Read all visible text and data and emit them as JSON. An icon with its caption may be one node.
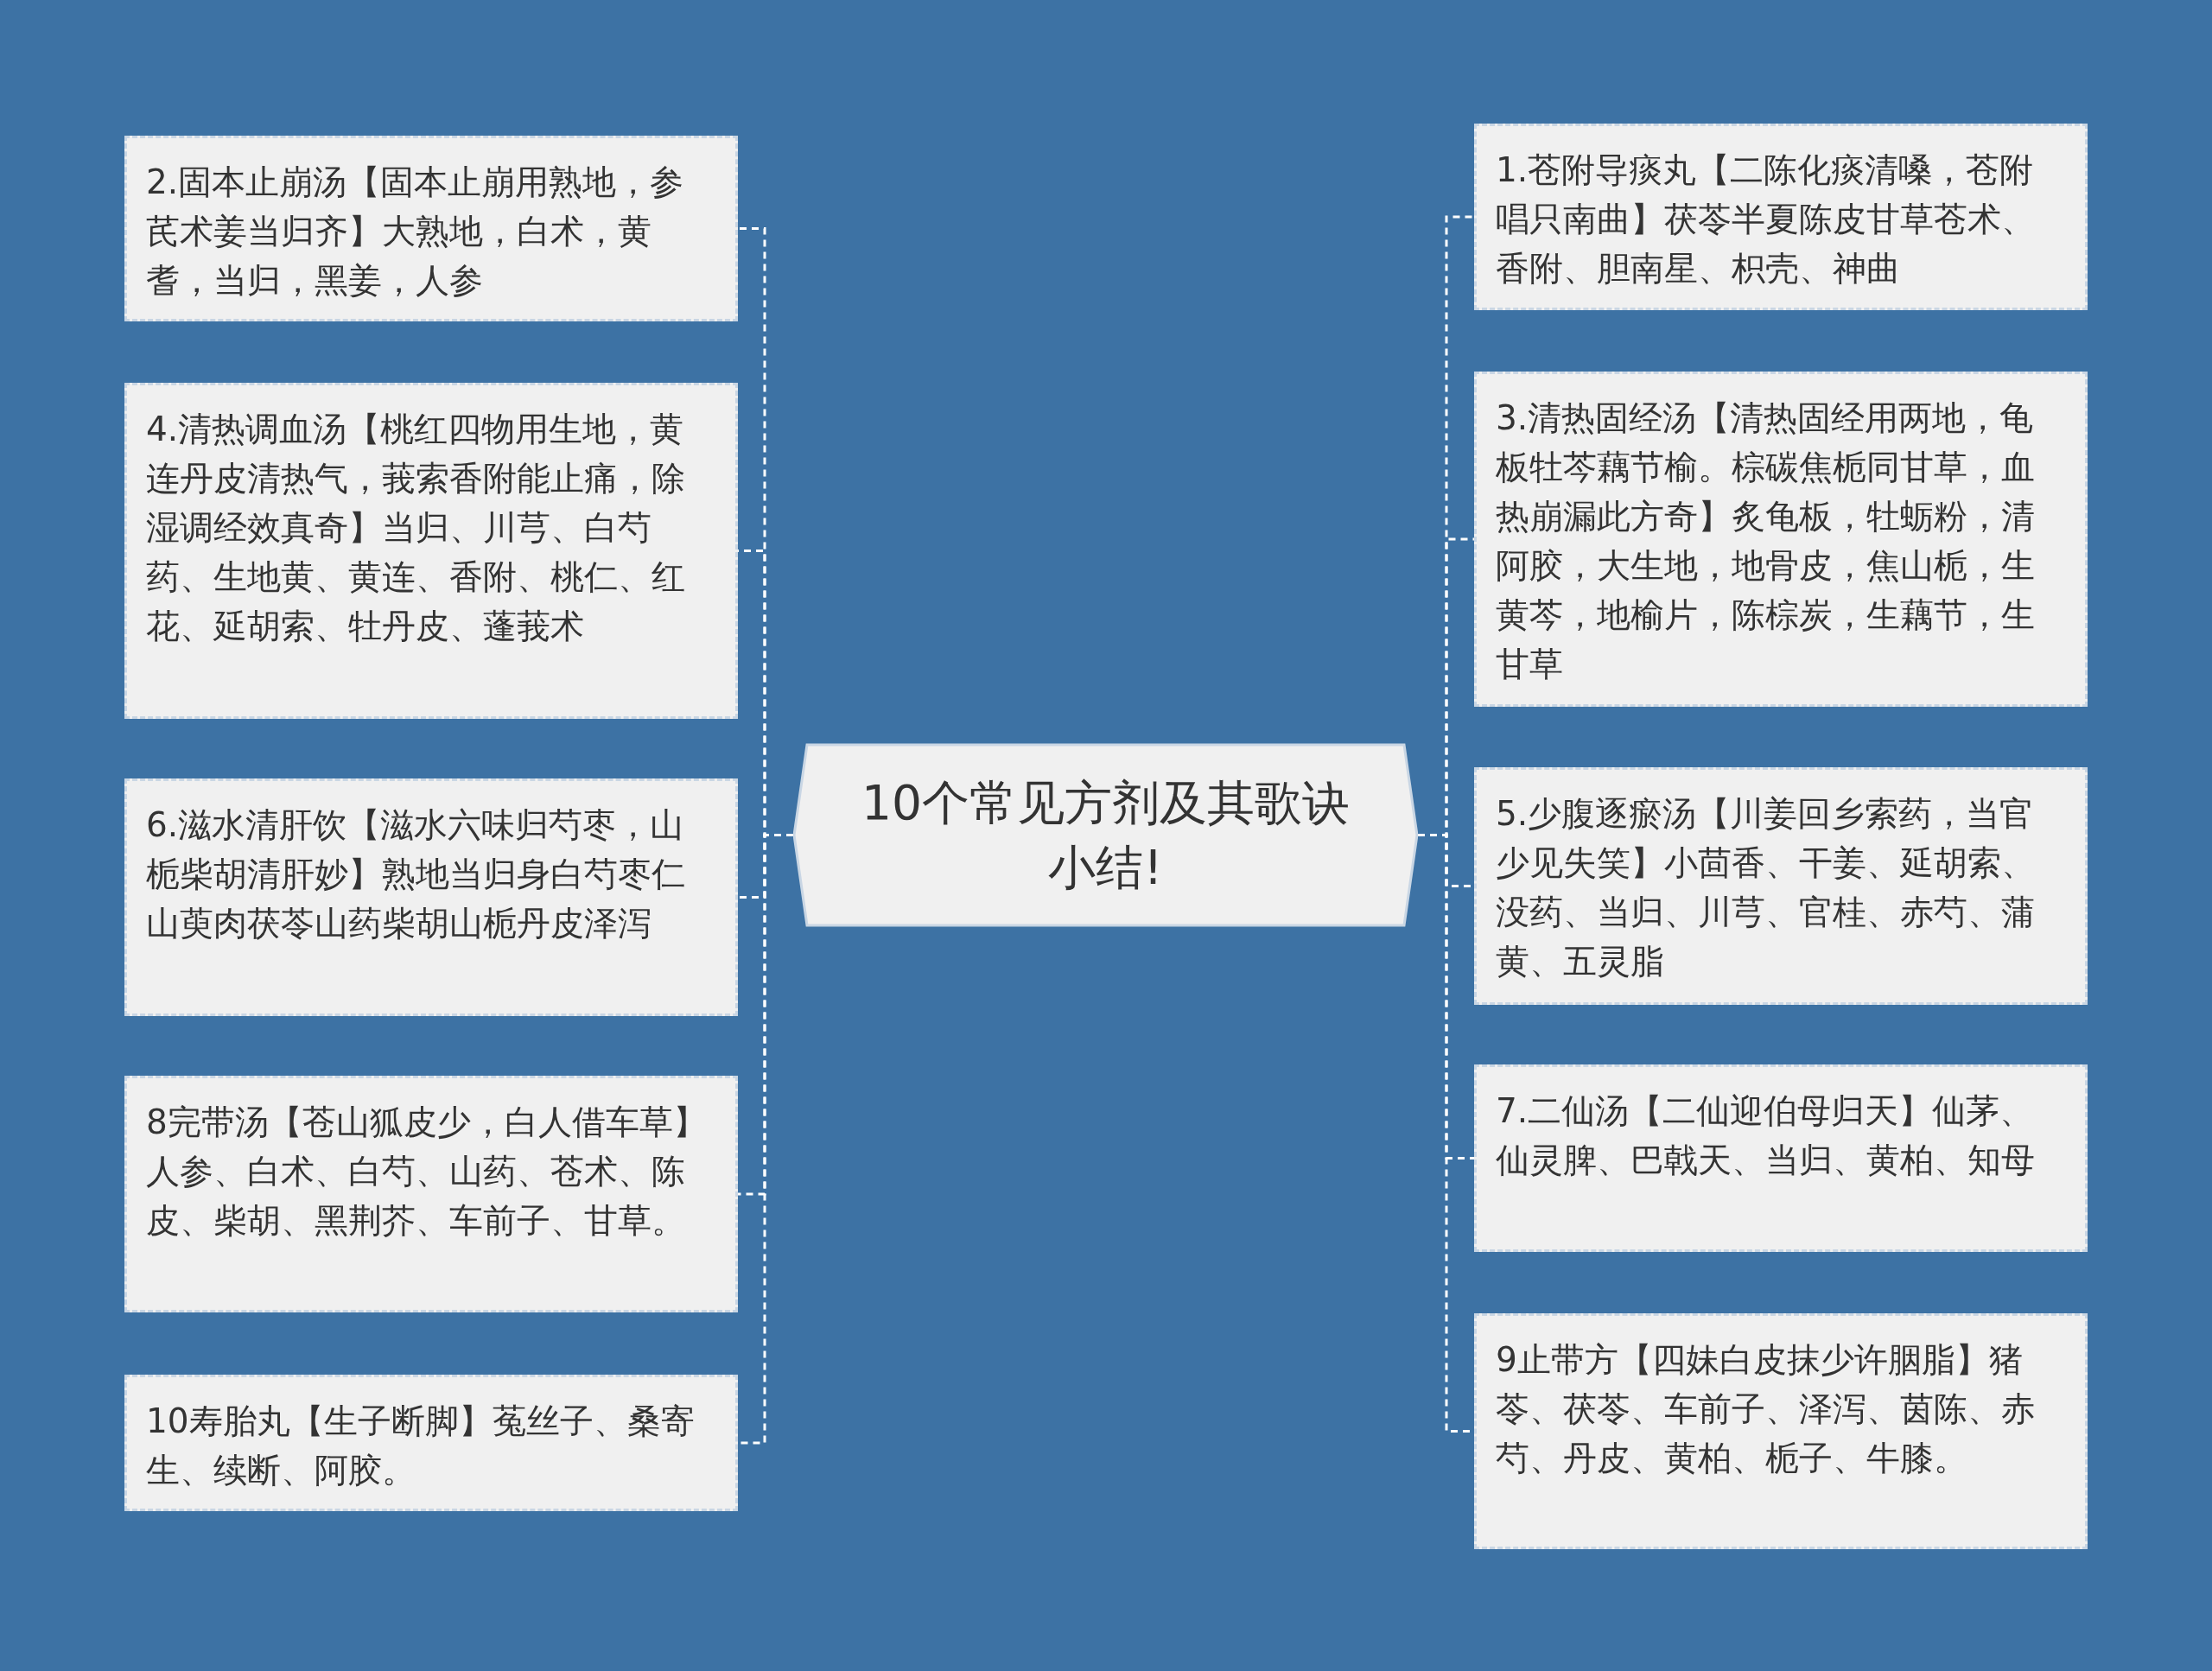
{
  "diagram": {
    "nodes": [
      {
        "text": [
          "10个常见方剂及其歌诀小结!"
        ]
      },
      {
        "text": [
          "2.固本止崩汤【固本止崩用熟地，参芪术姜当归齐】大熟地，白术，黄耆，当归，黑姜，人参"
        ]
      },
      {
        "text": [
          "4.清热调血汤【桃红四物用生地，黄连丹皮清热气，莪索香附能止痛，除湿调经效真奇】当归、川芎、白芍药、生地黄、黄连、香附、桃仁、红花、延胡索、牡丹皮、蓬莪术"
        ]
      },
      {
        "text": [
          "6.滋水清肝饮【滋水六味归芍枣，山栀柴胡清肝妙】熟地当归身白芍枣仁山萸肉茯苓山药柴胡山栀丹皮泽泻"
        ]
      },
      {
        "text": [
          "8完带汤【苍山狐皮少，白人借车草】人参、白术、白芍、山药、苍术、陈皮、柴胡、黑荆芥、车前子、甘草。"
        ]
      },
      {
        "text": [
          "10寿胎丸【生子断脚】菟丝子、桑寄生、续断、阿胶。"
        ]
      },
      {
        "text": [
          "1.苍附导痰丸【二陈化痰清嗓，苍附唱只南曲】茯苓半夏陈皮甘草苍术、香附、胆南星、枳壳、神曲"
        ]
      },
      {
        "text": [
          "3.清热固经汤【清热固经用两地，龟板牡芩藕节榆。棕碳焦栀同甘草，血热崩漏此方奇】炙龟板，牡蛎粉，清阿胶，大生地，地骨皮，焦山栀，生黄芩，地榆片，陈棕炭，生藕节，生甘草"
        ]
      },
      {
        "text": [
          "5.少腹逐瘀汤【川姜回乡索药，当官少见失笑】小茴香、干姜、延胡索、没药、当归、川芎、官桂、赤芍、蒲黄、五灵脂"
        ]
      },
      {
        "text": [
          "7.二仙汤【二仙迎伯母归天】仙茅、仙灵脾、巴戟天、当归、黄柏、知母"
        ]
      },
      {
        "text": [
          "9止带方【四妹白皮抹少许胭脂】猪苓、茯苓、车前子、泽泻、茵陈、赤芍、丹皮、黄柏、栀子、牛膝。"
        ]
      }
    ],
    "edges": [
      {
        "from": 0,
        "to": 1,
        "arrow": "none",
        "style": "dashed"
      },
      {
        "from": 0,
        "to": 2,
        "arrow": "none",
        "style": "dashed"
      },
      {
        "from": 0,
        "to": 3,
        "arrow": "none",
        "style": "dashed"
      },
      {
        "from": 0,
        "to": 4,
        "arrow": "none",
        "style": "dashed"
      },
      {
        "from": 0,
        "to": 5,
        "arrow": "none",
        "style": "dashed"
      },
      {
        "from": 0,
        "to": 6,
        "arrow": "none",
        "style": "dashed"
      },
      {
        "from": 0,
        "to": 7,
        "arrow": "none",
        "style": "dashed"
      },
      {
        "from": 0,
        "to": 8,
        "arrow": "none",
        "style": "dashed"
      },
      {
        "from": 0,
        "to": 9,
        "arrow": "none",
        "style": "dashed"
      },
      {
        "from": 0,
        "to": 10,
        "arrow": "none",
        "style": "dashed"
      }
    ]
  }
}
